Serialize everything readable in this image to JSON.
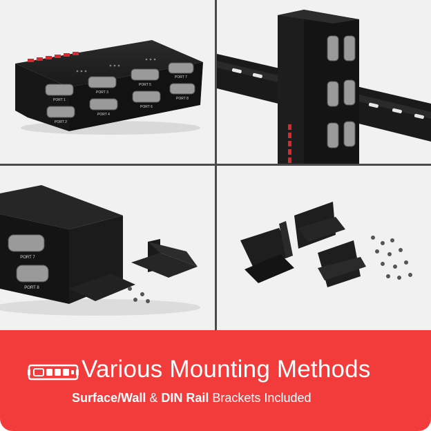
{
  "colors": {
    "banner_background": "#f23c3c",
    "banner_text": "#ffffff",
    "panel_background": "#f1f1f1",
    "divider": "#4a4a4a",
    "device_body": "#1c1c1c",
    "device_logo": "#d9282e"
  },
  "icons": [
    "serial-hub-icon"
  ],
  "photos": {
    "top_left": {
      "ports_top": [
        "PORT 1",
        "PORT 3",
        "PORT 5",
        "PORT 7"
      ],
      "ports_bottom": [
        "PORT 2",
        "PORT 4",
        "PORT 6",
        "PORT 8"
      ]
    },
    "bottom_left": {
      "port_labels": [
        "PORT 7",
        "PORT 8"
      ]
    }
  },
  "banner": {
    "title": "Various Mounting Methods",
    "subtitle_parts": [
      {
        "text": "Surface/Wall",
        "bold": true
      },
      {
        "text": " & ",
        "bold": false
      },
      {
        "text": "DIN Rail",
        "bold": true
      },
      {
        "text": " Brackets Included",
        "bold": false
      }
    ]
  }
}
